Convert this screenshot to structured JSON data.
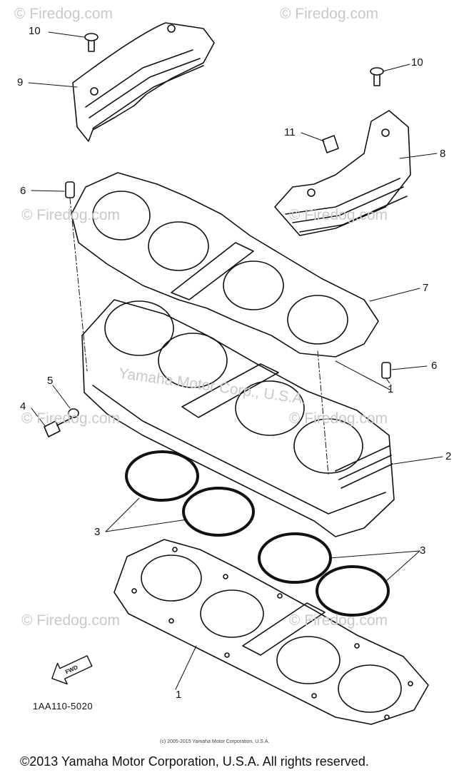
{
  "watermarks": {
    "text": "© Firedog.com",
    "center_text": "Yamaha Motor Corp., U.S.A."
  },
  "callouts": [
    "1",
    "1",
    "2",
    "3",
    "3",
    "4",
    "5",
    "6",
    "6",
    "7",
    "8",
    "9",
    "10",
    "10",
    "11"
  ],
  "reference_code": "1AA110-5020",
  "fwd_label": "FWD",
  "small_copyright": "(c) 2005-2015 Yamaha Motor Corporation, U.S.A.",
  "copyright": "©2013 Yamaha Motor Corporation, U.S.A. All rights reserved."
}
